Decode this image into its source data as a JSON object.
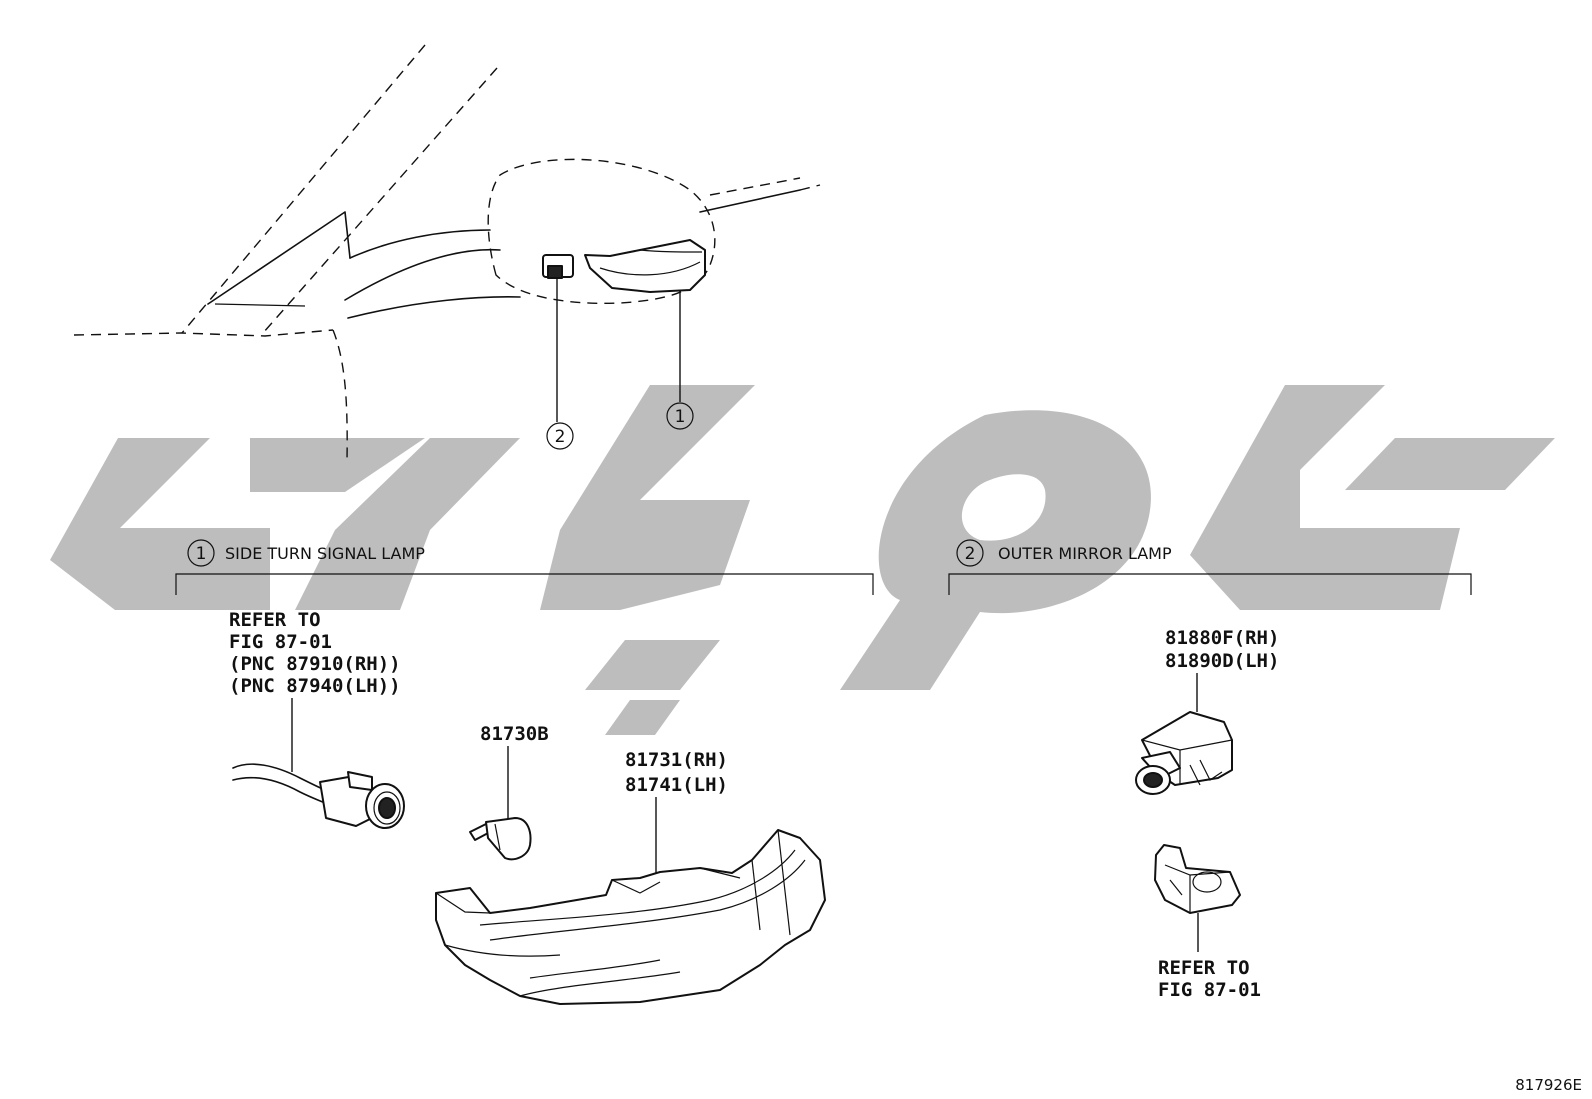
{
  "callouts": {
    "c1": "1",
    "c2": "2"
  },
  "groups": {
    "side_turn_signal": {
      "num": "1",
      "title": "SIDE TURN SIGNAL LAMP"
    },
    "outer_mirror": {
      "num": "2",
      "title": "OUTER MIRROR LAMP"
    }
  },
  "labels": {
    "refer_socket": [
      "REFER TO",
      "FIG 87-01",
      "(PNC 87910(RH))",
      "(PNC 87940(LH))"
    ],
    "bulb": "81730B",
    "turn_lamp": [
      "81731(RH)",
      "81741(LH)"
    ],
    "mirror_lamp": [
      "81880F(RH)",
      "81890D(LH)"
    ],
    "refer_housing": [
      "REFER TO",
      "FIG 87-01"
    ]
  },
  "figure_id": "817926E",
  "colors": {
    "line": "#111111",
    "watermark": "#bdbdbd",
    "background": "#ffffff"
  }
}
